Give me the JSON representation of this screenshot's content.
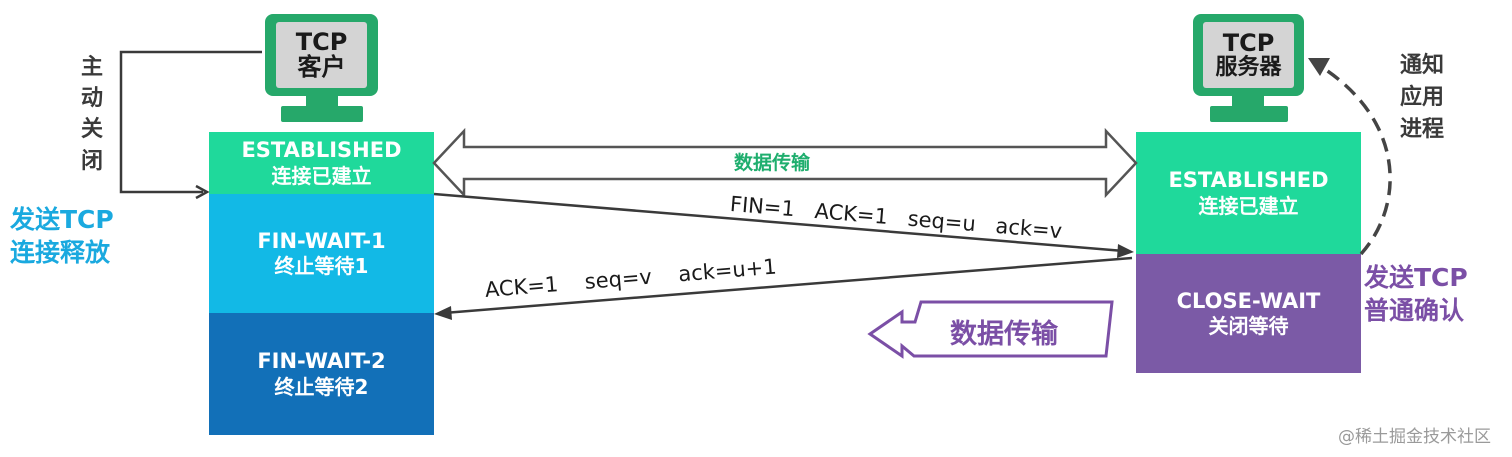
{
  "client": {
    "name_line1": "TCP",
    "name_line2": "客户",
    "side_label": [
      "主",
      "动",
      "关",
      "闭"
    ],
    "action_line1": "发送TCP",
    "action_line2": "连接释放",
    "states": [
      {
        "en": "ESTABLISHED",
        "cn": "连接已建立"
      },
      {
        "en": "FIN-WAIT-1",
        "cn": "终止等待1"
      },
      {
        "en": "FIN-WAIT-2",
        "cn": "终止等待2"
      }
    ]
  },
  "server": {
    "name_line1": "TCP",
    "name_line2": "服务器",
    "side_label": [
      "通知",
      "应用",
      "进程"
    ],
    "action_line1": "发送TCP",
    "action_line2": "普通确认",
    "states": [
      {
        "en": "ESTABLISHED",
        "cn": "连接已建立"
      },
      {
        "en": "CLOSE-WAIT",
        "cn": "关闭等待"
      }
    ]
  },
  "messages": {
    "data_transfer_top": "数据传输",
    "fin_segment": "FIN=1   ACK=1   seq=u   ack=v",
    "ack_segment": "ACK=1    seq=v    ack=u+1",
    "data_transfer_server": "数据传输"
  },
  "watermark": "@稀土掘金技术社区",
  "colors": {
    "established": "#1fd99b",
    "fin_wait_1": "#12b9e6",
    "fin_wait_2": "#1270b8",
    "close_wait": "#7b5aa6",
    "monitor": "#26a86a",
    "action_blue": "#1aa9df",
    "action_purple": "#7b4fa6",
    "data_green": "#1fae6e"
  }
}
